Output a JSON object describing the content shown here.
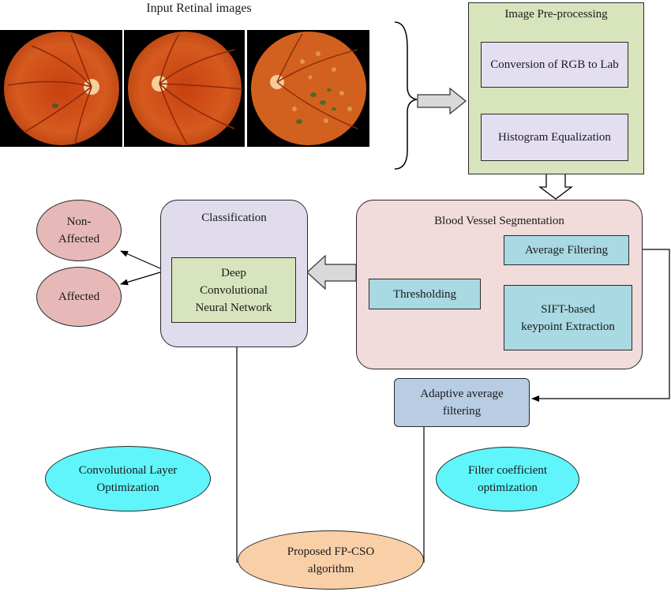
{
  "input": {
    "caption": "Input Retinal images"
  },
  "preprocessing": {
    "title": "Image Pre-processing",
    "step1": "Conversion of RGB to Lab",
    "step2": "Histogram Equalization"
  },
  "segmentation": {
    "title": "Blood Vessel Segmentation",
    "thresholding": "Thresholding",
    "average_filtering": "Average Filtering",
    "sift": "SIFT-based keypoint Extraction"
  },
  "classification": {
    "title": "Classification",
    "network": "Deep Convolutional Neural Network"
  },
  "outputs": {
    "non_affected": "Non-Affected",
    "affected": "Affected"
  },
  "adaptive": "Adaptive average filtering",
  "conv_opt": "Convolutional Layer Optimization",
  "filter_opt": "Filter coefficient optimization",
  "proposed": "Proposed FP-CSO algorithm"
}
